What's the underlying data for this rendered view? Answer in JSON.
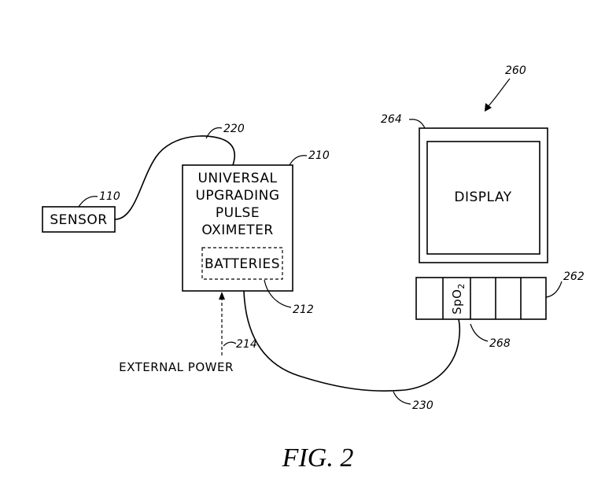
{
  "sensor": {
    "label": "SENSOR",
    "ref": "110"
  },
  "cable_sensor": {
    "ref": "220"
  },
  "oximeter": {
    "ref": "210",
    "lines": [
      "UNIVERSAL",
      "UPGRADING",
      "PULSE",
      "OXIMETER"
    ]
  },
  "batteries": {
    "label": "BATTERIES",
    "ref": "212"
  },
  "external_power": {
    "label": "EXTERNAL POWER",
    "ref": "214"
  },
  "cable_monitor": {
    "ref": "230"
  },
  "monitor": {
    "ref": "260"
  },
  "display": {
    "label": "DISPLAY",
    "ref": "264"
  },
  "module_rack": {
    "ref": "262"
  },
  "spo2_module": {
    "label_main": "SpO",
    "label_sub": "2",
    "ref": "268"
  },
  "caption": "FIG. 2"
}
